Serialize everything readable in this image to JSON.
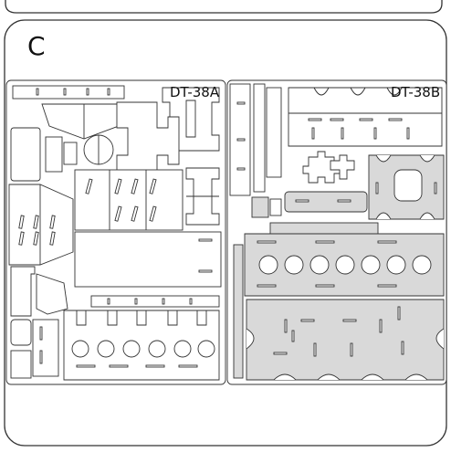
{
  "panel": {
    "letter": "C",
    "sheets": [
      {
        "id": "a",
        "label": "DT-38A"
      },
      {
        "id": "b",
        "label": "DT-38B"
      }
    ]
  },
  "colors": {
    "line": "#333333",
    "part_fill": "#ffffff",
    "grey_part_fill": "#d9d9d9",
    "background": "#ffffff"
  }
}
